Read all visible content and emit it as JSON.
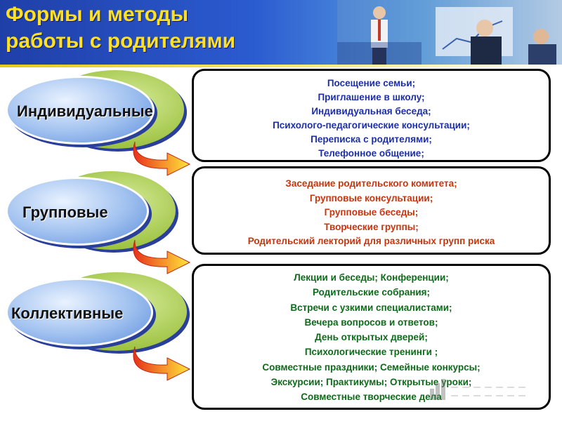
{
  "header": {
    "title_line1": "Формы и методы",
    "title_line2": "работы с родителями"
  },
  "categories": [
    {
      "label": "Индивидуальные",
      "items": [
        "Посещение семьи;",
        "Приглашение в школу;",
        "Индивидуальная беседа;",
        "Психолого-педагогические консультации;",
        "Переписка с родителями;",
        "Телефонное общение;"
      ]
    },
    {
      "label": "Групповые",
      "items": [
        "Заседание родительского комитета;",
        "Групповые консультации;",
        "Групповые беседы;",
        "Творческие группы;",
        "Родительский лекторий для различных групп риска"
      ]
    },
    {
      "label": "Коллективные",
      "items": [
        "Лекции и беседы;   Конференции;",
        "Родительские собрания;",
        "Встречи с узкими специалистами;",
        "Вечера вопросов и ответов;",
        "День открытых дверей;",
        "Психологические тренинги ;",
        "Совместные праздники;  Семейные конкурсы;",
        "Экскурсии;  Практикумы;  Открытые уроки;",
        "Совместные творческие дела"
      ]
    }
  ],
  "colors": {
    "title": "#ffe020",
    "box1_text": "#1c2fa8",
    "box2_text": "#c8340e",
    "box3_text": "#0d6b1a"
  },
  "icons": [
    "presentation-photo",
    "curved-arrow-icon",
    "bar-chart-icon"
  ]
}
